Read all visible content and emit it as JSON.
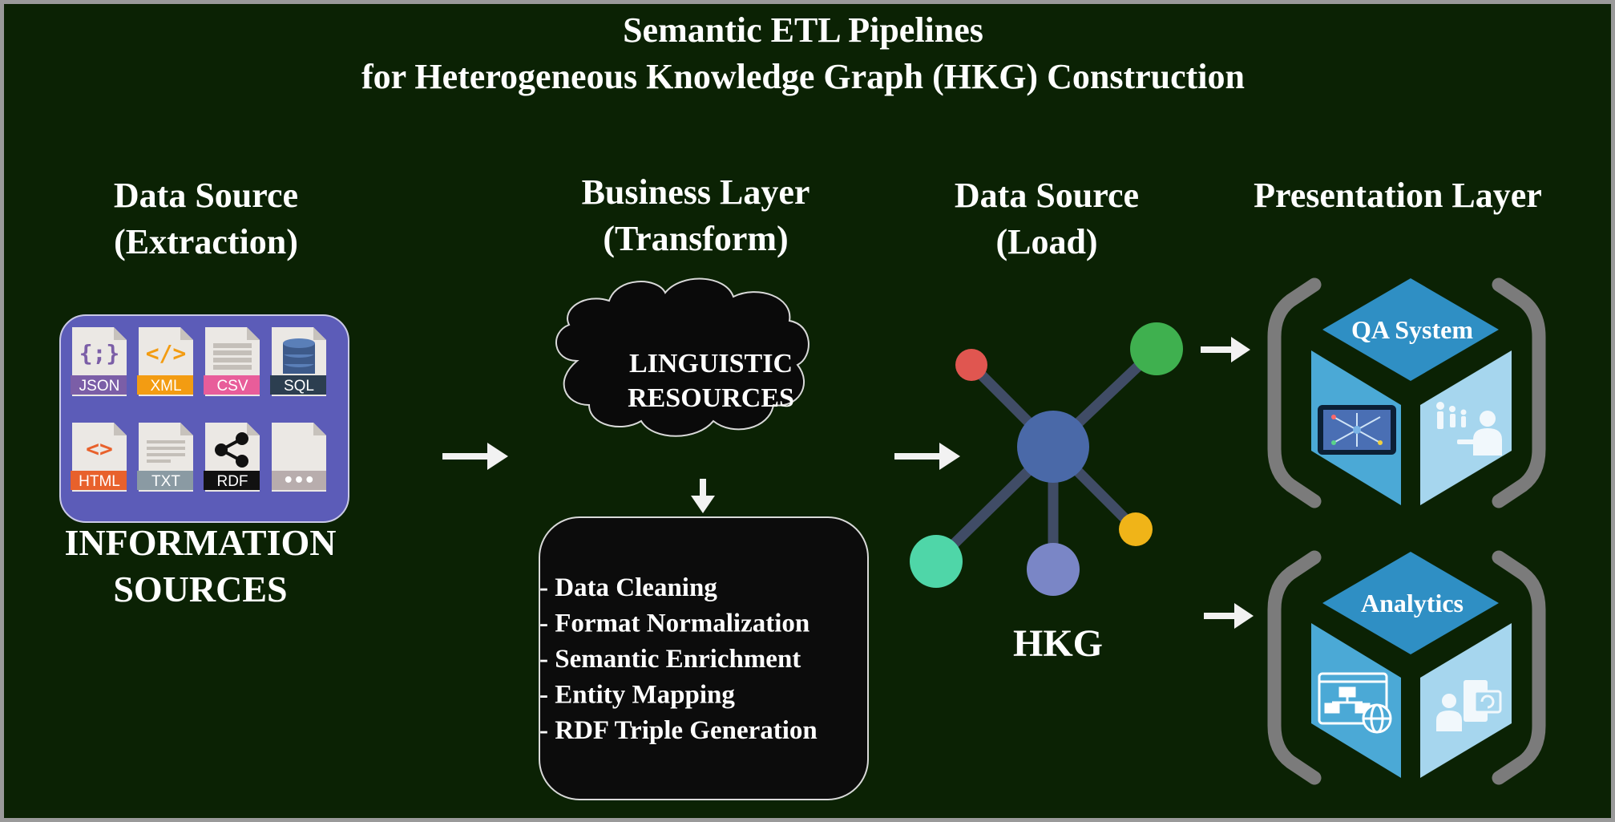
{
  "title": {
    "line1": "Semantic ETL Pipelines",
    "line2": "for Heterogeneous Knowledge Graph (HKG) Construction"
  },
  "columns": {
    "extraction": {
      "line1": "Data Source",
      "line2": "(Extraction)"
    },
    "transform": {
      "line1": "Business Layer",
      "line2": "(Transform)"
    },
    "load": {
      "line1": "Data Source",
      "line2": "(Load)"
    },
    "presentation": {
      "line1": "Presentation Layer"
    }
  },
  "sources": {
    "caption_line1": "INFORMATION",
    "caption_line2": "SOURCES",
    "files": [
      {
        "label": "JSON",
        "glyph": "{;}",
        "color": "#7b5ea7"
      },
      {
        "label": "XML",
        "glyph": "</>",
        "color": "#f39c12"
      },
      {
        "label": "CSV",
        "glyph": "",
        "color": "#e85d9a"
      },
      {
        "label": "SQL",
        "glyph": "",
        "color": "#2c3e50"
      },
      {
        "label": "HTML",
        "glyph": "<>",
        "color": "#e8612c"
      },
      {
        "label": "TXT",
        "glyph": "",
        "color": "#8a9aa3"
      },
      {
        "label": "RDF",
        "glyph": "",
        "color": "#111111"
      },
      {
        "label": "",
        "glyph": "•••",
        "color": "#b8adad"
      }
    ]
  },
  "cloud": {
    "line1": "LINGUISTIC",
    "line2": "RESOURCES"
  },
  "transform_steps": [
    "- Data Cleaning",
    "- Format Normalization",
    "- Semantic Enrichment",
    "- Entity Mapping",
    "- RDF Triple Generation"
  ],
  "hkg": {
    "label": "HKG"
  },
  "presentation": {
    "qa_label": "QA System",
    "analytics_label": "Analytics"
  },
  "colors": {
    "background": "#0b2204",
    "frame": "#9a9a9a",
    "sources_panel": "#5c5cb8",
    "diamond": "#2f8fc4",
    "face_left": "#4ba9d6",
    "face_right": "#a6d6ee",
    "bracket": "#7b7b7b",
    "hkg_center": "#4a69a8",
    "node_red": "#e05650",
    "node_green": "#3fb04f",
    "node_teal": "#4fd6a8",
    "node_lavender": "#7a86c6",
    "node_yellow": "#f0b418",
    "edge": "#404c66"
  }
}
